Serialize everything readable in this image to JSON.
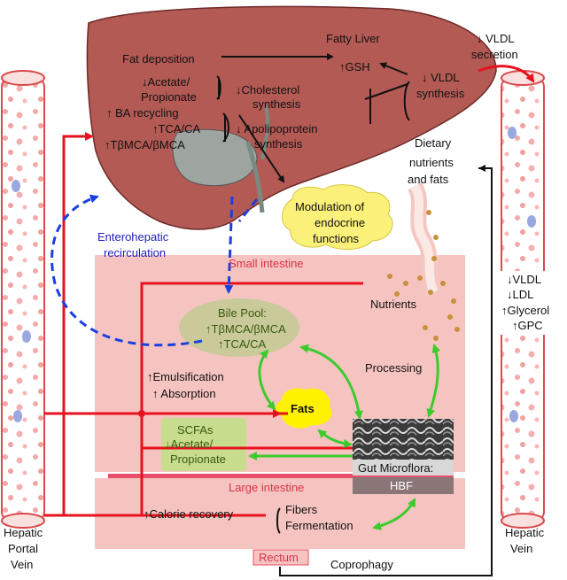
{
  "vessels": {
    "left_label": [
      "Hepatic",
      "Portal",
      "Vein"
    ],
    "right_label": [
      "Hepatic",
      "Vein"
    ],
    "right_markers": [
      "↓VLDL",
      "↓LDL",
      "↑Glycerol",
      "↑GPC"
    ]
  },
  "liver": {
    "fat_deposition": "Fat deposition",
    "fatty_liver": [
      "Fatty Liver",
      "↑GSH"
    ],
    "acetate": [
      "↓Acetate/",
      "Propionate"
    ],
    "ba_recycling": "↑ BA recycling",
    "tca_ca": "↑TCA/CA",
    "tbmca": "↑TβMCA/βMCA",
    "cholesterol": [
      "↓Cholesterol",
      "synthesis"
    ],
    "apolipoprotein": [
      "↓ Apolipoprotein",
      "synthesis"
    ],
    "vldl_synthesis": [
      "↓ VLDL",
      "synthesis"
    ]
  },
  "vldl_secretion": [
    "↓ VLDL",
    "secretion"
  ],
  "dietary": [
    "Dietary",
    "nutrients",
    "and fats"
  ],
  "endocrine": [
    "Modulation of",
    "endocrine",
    "functions"
  ],
  "enterohepatic": [
    "Enterohepatic",
    "recirculation"
  ],
  "small_intestine": {
    "title": "Small intestine",
    "nutrients": "Nutrients",
    "processing": "Processing",
    "bile_pool": [
      "Bile Pool:",
      "↑TβMCA/βMCA",
      "↑TCA/CA"
    ],
    "emulsification": [
      "↑Emulsification",
      "↑ Absorption"
    ],
    "fats": "Fats",
    "scfas": [
      "SCFAs",
      "↓Acetate/",
      "Propionate"
    ],
    "gut_microflora": "Gut Microflora:",
    "hbf": "HBF"
  },
  "large_intestine": {
    "title": "Large intestine",
    "calorie": "↑Calorie recovery",
    "fibers": [
      "Fibers",
      "Fermentation"
    ],
    "rectum": "Rectum",
    "coprophagy": "Coprophagy"
  },
  "colors": {
    "liver": "#b35a55",
    "intestine": "#f6c4c0",
    "red_arrow": "#e8121e",
    "green_arrow": "#3ccb2d",
    "blue_dash": "#1a3fe0",
    "endocrine_fill": "#fbf07a",
    "fats_fill": "#fff200",
    "bile_fill": "#c9c99a",
    "scfa_fill": "#c7dc8c",
    "pink_label": "#d9324a",
    "blue_label": "#2020c0"
  }
}
